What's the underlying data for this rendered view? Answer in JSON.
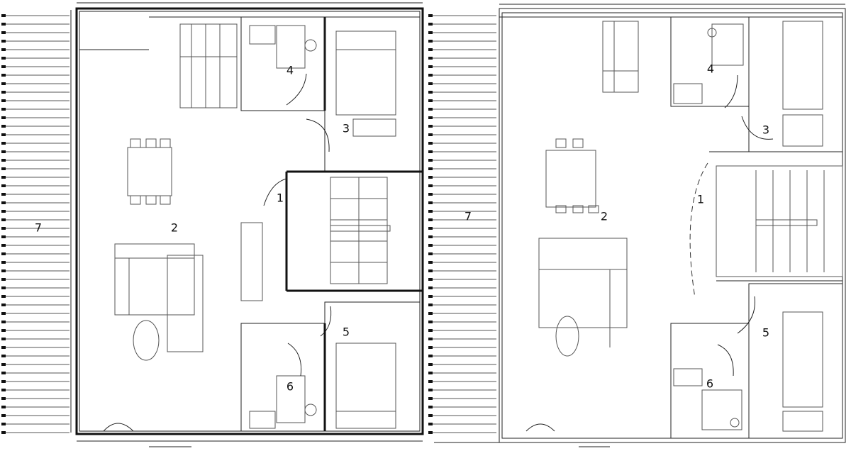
{
  "plans": [
    {
      "name": "left",
      "rooms": [
        {
          "id": "terrace",
          "label": "7"
        },
        {
          "id": "living",
          "label": "2"
        },
        {
          "id": "bedroom-a",
          "label": "3"
        },
        {
          "id": "bath-a",
          "label": "4"
        },
        {
          "id": "hall",
          "label": "1"
        },
        {
          "id": "bedroom-b",
          "label": "5"
        },
        {
          "id": "bath-b",
          "label": "6"
        }
      ]
    },
    {
      "name": "right",
      "rooms": [
        {
          "id": "terrace",
          "label": "7"
        },
        {
          "id": "living",
          "label": "2"
        },
        {
          "id": "bedroom-a",
          "label": "3"
        },
        {
          "id": "bath-a",
          "label": "4"
        },
        {
          "id": "hall",
          "label": "1"
        },
        {
          "id": "bedroom-b",
          "label": "5"
        },
        {
          "id": "bath-b",
          "label": "6"
        }
      ]
    }
  ],
  "colors": {
    "line": "#111111",
    "background": "#ffffff"
  }
}
